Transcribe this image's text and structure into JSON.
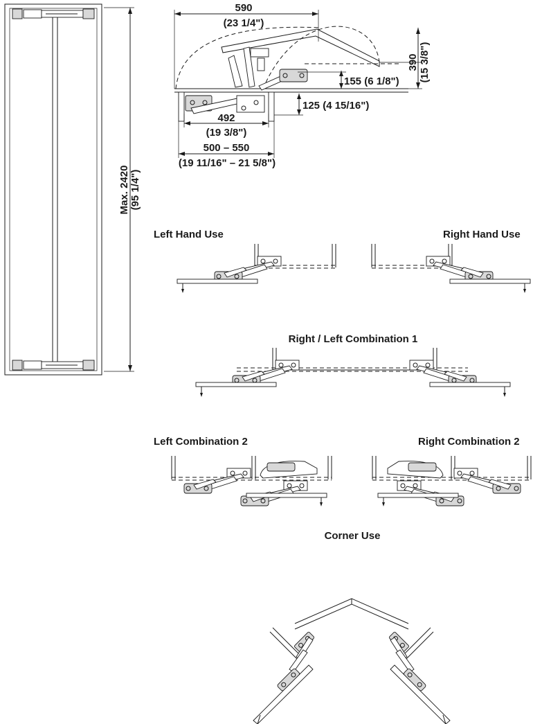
{
  "dimensions": {
    "top_width": "590",
    "top_width_in": "(23 1/4\")",
    "lift_height": "390",
    "lift_height_in": "(15 3/8\")",
    "offset_155": "155 (6 1/8\")",
    "offset_125": "125 (4 15/16\")",
    "inner_width": "492",
    "inner_width_in": "(19 3/8\")",
    "cabinet_width": "500 – 550",
    "cabinet_width_in": "(19 11/16\" – 21 5/8\")",
    "max_height": "Max. 2420",
    "max_height_in": "(95 1/4\")"
  },
  "labels": {
    "left_hand": "Left Hand Use",
    "right_hand": "Right Hand Use",
    "combo1": "Right / Left Combination 1",
    "left_combo2": "Left Combination 2",
    "right_combo2": "Right Combination 2",
    "corner": "Corner Use"
  }
}
